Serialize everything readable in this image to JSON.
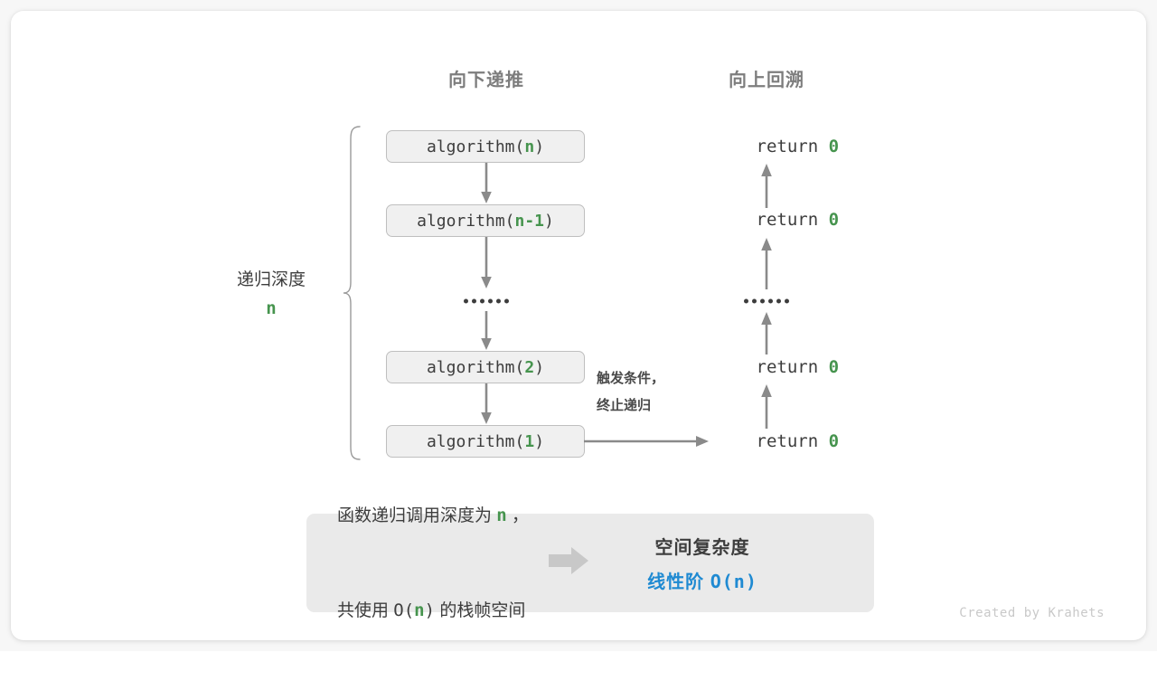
{
  "headings": {
    "down": "向下递推",
    "up": "向上回溯"
  },
  "depth": {
    "label": "递归深度",
    "value": "n"
  },
  "calls": [
    {
      "prefix": "algorithm(",
      "arg": "n",
      "suffix": ")"
    },
    {
      "prefix": "algorithm(",
      "arg": "n-1",
      "suffix": ")"
    },
    {
      "prefix": "algorithm(",
      "arg": "2",
      "suffix": ")"
    },
    {
      "prefix": "algorithm(",
      "arg": "1",
      "suffix": ")"
    }
  ],
  "returns": [
    {
      "keyword": "return ",
      "value": "0"
    },
    {
      "keyword": "return ",
      "value": "0"
    },
    {
      "keyword": "return ",
      "value": "0"
    },
    {
      "keyword": "return ",
      "value": "0"
    }
  ],
  "trigger_note": {
    "line1": "触发条件，",
    "line2": "终止递归"
  },
  "ellipsis": "••••••",
  "summary": {
    "line1_a": "函数递归调用深度为 ",
    "line1_n": "n",
    "line1_b": " ，",
    "line2_a": "共使用 ",
    "line2_o": "O(",
    "line2_n": "n",
    "line2_c": ")",
    "line2_b": " 的栈帧空间",
    "title": "空间复杂度",
    "value_text": "线性阶 ",
    "value_mono": "O(n)"
  },
  "credit": "Created by Krahets",
  "colors": {
    "accent_green": "#46944e",
    "accent_blue": "#1f8ad2",
    "text_dark": "#3d3d3d",
    "heading_gray": "#7d7d7d",
    "arrow_gray": "#8a8a8a",
    "box_fill": "#f0f0f0",
    "box_border": "#bfbfbf",
    "panel_fill": "#eaeaea",
    "credit_gray": "#c9c9c9"
  }
}
